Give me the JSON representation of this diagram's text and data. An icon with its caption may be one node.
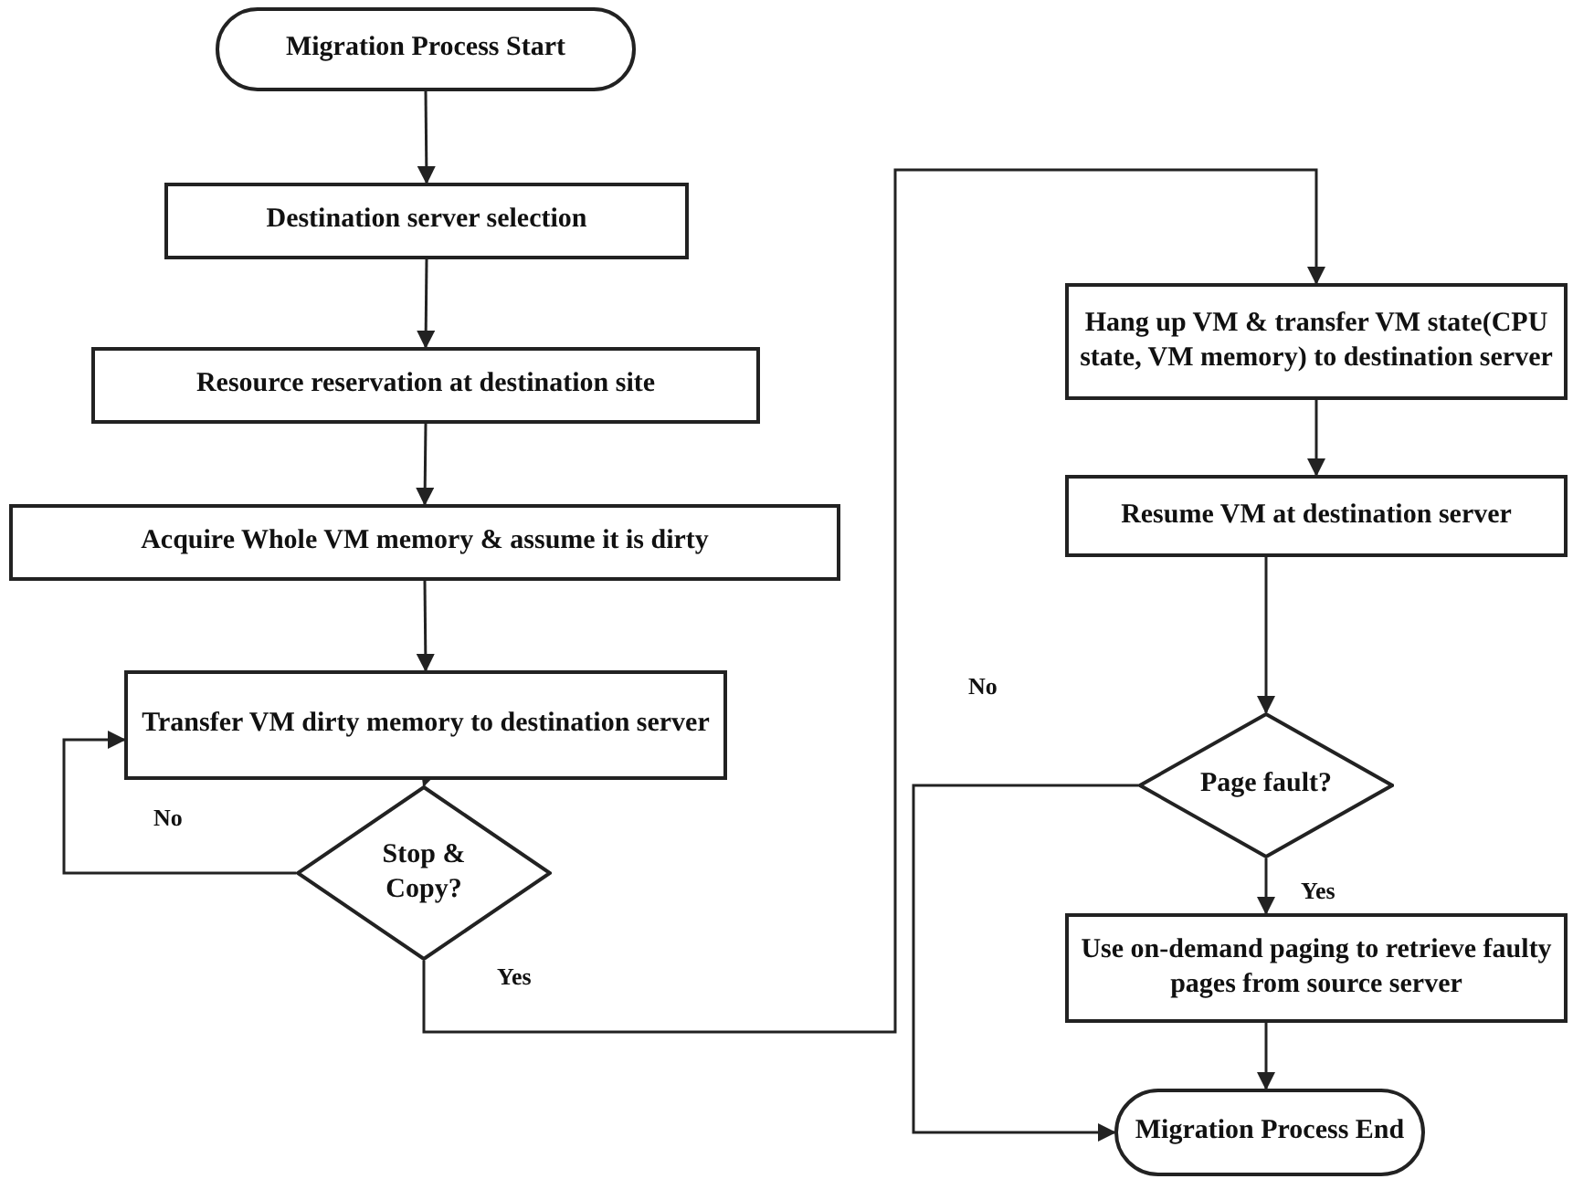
{
  "diagram": {
    "nodes": [
      {
        "text": [
          "Migration Process Start"
        ]
      },
      {
        "text": [
          "Destination server selection"
        ]
      },
      {
        "text": [
          "Resource reservation at destination site"
        ]
      },
      {
        "text": [
          "Acquire Whole VM memory & assume it is dirty"
        ]
      },
      {
        "text": [
          "Transfer VM dirty memory to destination server"
        ]
      },
      {
        "text": [
          "Stop & Copy?"
        ]
      },
      {
        "text": [
          "Hang up VM & transfer VM state(CPU state, VM memory) to destination server"
        ]
      },
      {
        "text": [
          "Resume VM at destination server"
        ]
      },
      {
        "text": [
          "Page fault?"
        ]
      },
      {
        "text": [
          "Use on-demand paging to retrieve faulty pages from source server"
        ]
      },
      {
        "text": [
          "Migration Process End"
        ]
      }
    ],
    "edges": [
      {
        "from": 0,
        "to": 1,
        "arrow": "to"
      },
      {
        "from": 1,
        "to": 2,
        "arrow": "to"
      },
      {
        "from": 2,
        "to": 3,
        "arrow": "to"
      },
      {
        "from": 3,
        "to": 4,
        "arrow": "to"
      },
      {
        "from": 4,
        "to": 5,
        "arrow": "to"
      },
      {
        "from": 5,
        "to": 4,
        "arrow": "to",
        "label": "No"
      },
      {
        "from": 5,
        "to": 6,
        "arrow": "to",
        "label": "Yes"
      },
      {
        "from": 6,
        "to": 7,
        "arrow": "to"
      },
      {
        "from": 7,
        "to": 8,
        "arrow": "to"
      },
      {
        "from": 8,
        "to": 9,
        "arrow": "to",
        "label": "Yes"
      },
      {
        "from": 9,
        "to": 10,
        "arrow": "to"
      },
      {
        "from": 8,
        "to": 10,
        "arrow": "to",
        "label": "No"
      }
    ]
  }
}
